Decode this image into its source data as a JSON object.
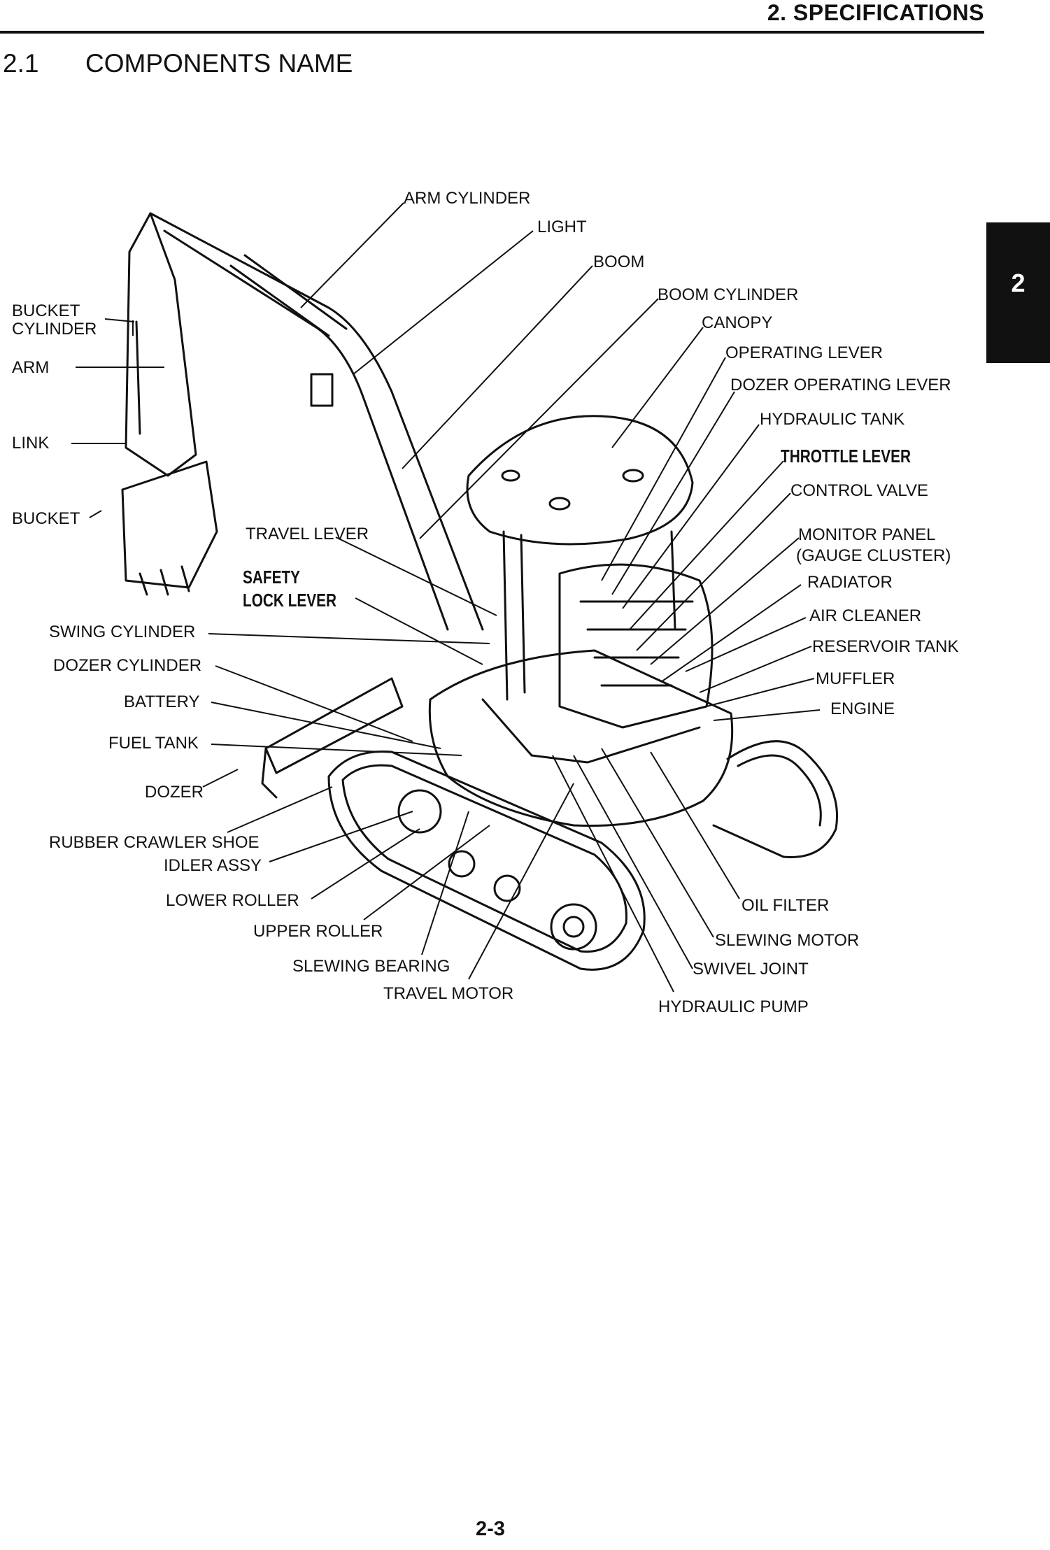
{
  "header": {
    "chapter": "2. SPECIFICATIONS"
  },
  "section": {
    "number": "2.1",
    "title": "COMPONENTS NAME"
  },
  "side_tab": {
    "label": "2"
  },
  "labels": {
    "arm_cylinder": "ARM CYLINDER",
    "light": "LIGHT",
    "boom": "BOOM",
    "boom_cylinder": "BOOM CYLINDER",
    "canopy": "CANOPY",
    "operating_lever": "OPERATING LEVER",
    "dozer_operating_lever": "DOZER OPERATING LEVER",
    "hydraulic_tank": "HYDRAULIC TANK",
    "throttle_lever": "THROTTLE LEVER",
    "control_valve": "CONTROL VALVE",
    "monitor_panel_1": "MONITOR PANEL",
    "monitor_panel_2": "(GAUGE CLUSTER)",
    "radiator": "RADIATOR",
    "air_cleaner": "AIR CLEANER",
    "reservoir_tank": "RESERVOIR TANK",
    "muffler": "MUFFLER",
    "engine": "ENGINE",
    "bucket_cylinder_1": "BUCKET",
    "bucket_cylinder_2": "CYLINDER",
    "arm": "ARM",
    "link": "LINK",
    "bucket": "BUCKET",
    "travel_lever": "TRAVEL LEVER",
    "safety_lock_lever_1": "SAFETY",
    "safety_lock_lever_2": "LOCK LEVER",
    "swing_cylinder": "SWING CYLINDER",
    "dozer_cylinder": "DOZER CYLINDER",
    "battery": "BATTERY",
    "fuel_tank": "FUEL TANK",
    "dozer": "DOZER",
    "rubber_crawler_shoe": "RUBBER CRAWLER SHOE",
    "idler_assy": "IDLER ASSY",
    "lower_roller": "LOWER ROLLER",
    "upper_roller": "UPPER ROLLER",
    "slewing_bearing": "SLEWING BEARING",
    "travel_motor": "TRAVEL MOTOR",
    "oil_filter": "OIL FILTER",
    "slewing_motor": "SLEWING MOTOR",
    "swivel_joint": "SWIVEL JOINT",
    "hydraulic_pump": "HYDRAULIC PUMP"
  },
  "footer": {
    "page": "2-3"
  }
}
